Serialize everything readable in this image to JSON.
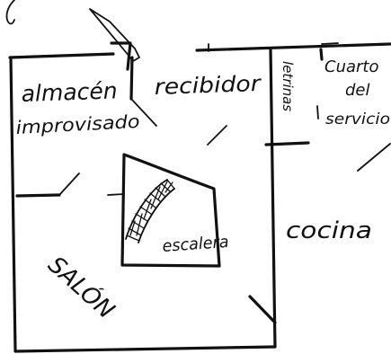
{
  "floorplan": {
    "rooms": {
      "almacen_line1": "almacén",
      "almacen_line2": "improvisado",
      "recibidor": "recibidor",
      "letrinas": "letrinas",
      "cuarto_line1": "Cuarto",
      "cuarto_line2": "del",
      "cuarto_line3": "servicio",
      "escalera": "escalera",
      "cocina": "cocina",
      "salon": "SALÓN"
    }
  }
}
